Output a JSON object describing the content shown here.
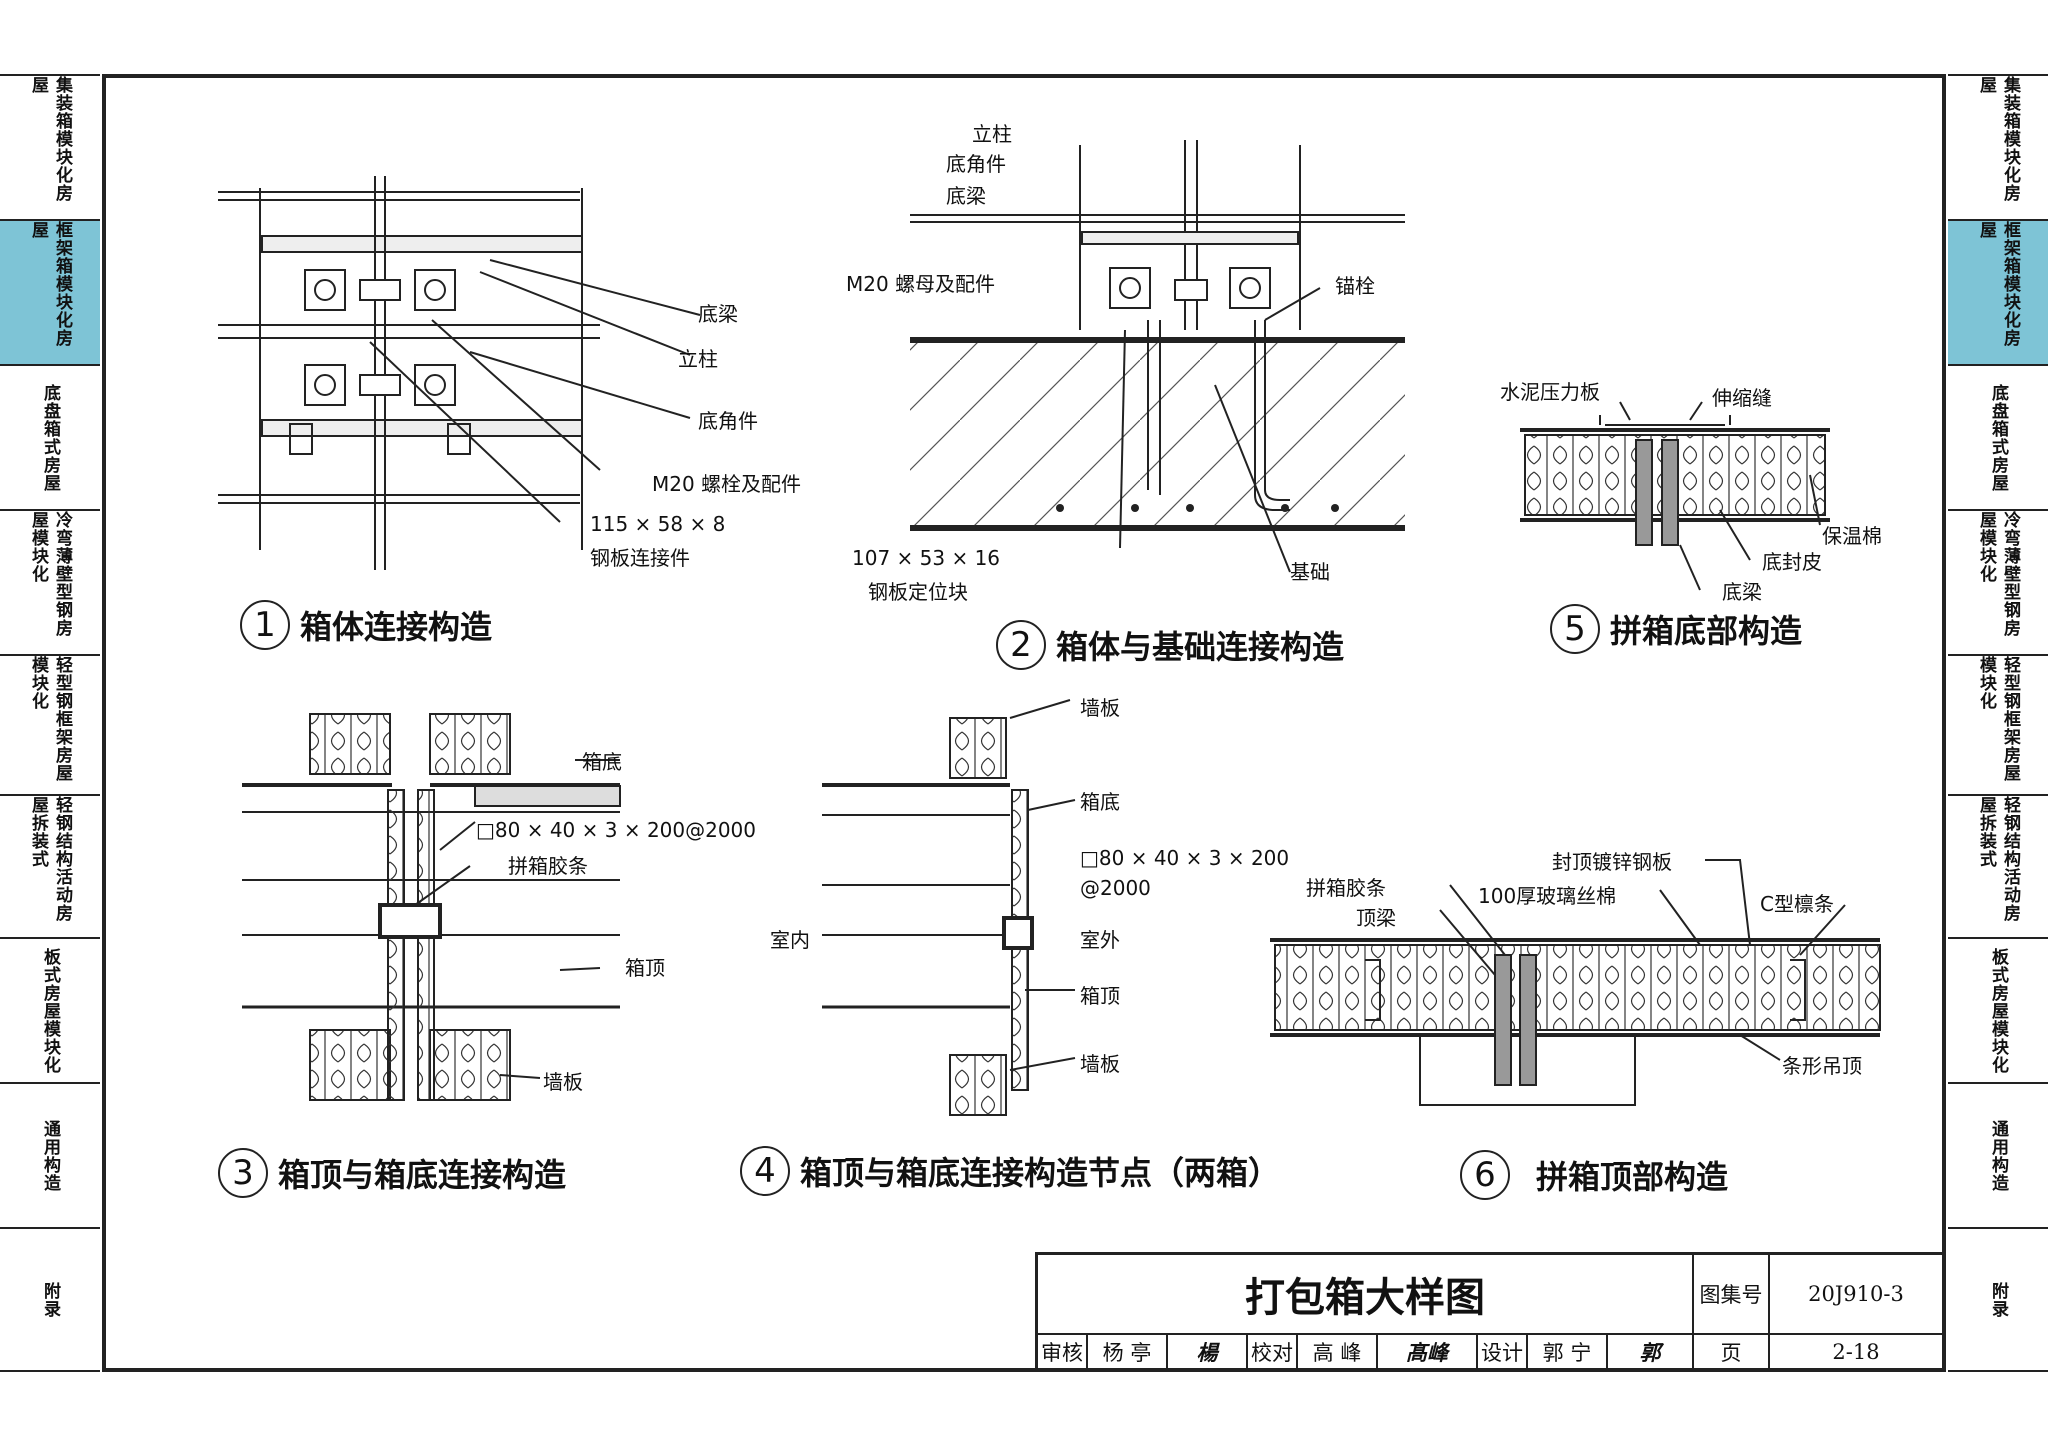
{
  "sidebar": {
    "left": [
      {
        "label": "集装箱模块化房屋",
        "active": false
      },
      {
        "label": "框架箱模块化房屋",
        "active": true
      },
      {
        "label": "底盘箱式房屋",
        "active": false
      },
      {
        "label": "冷弯薄壁型钢房屋模块化",
        "active": false
      },
      {
        "label": "轻型钢框架房屋模块化",
        "active": false
      },
      {
        "label": "轻钢结构活动房屋拆装式",
        "active": false
      },
      {
        "label": "板式房屋模块化",
        "active": false
      },
      {
        "label": "通用构造",
        "active": false
      },
      {
        "label": "附录",
        "active": false
      }
    ],
    "right": [
      {
        "label": "集装箱模块化房屋",
        "active": false
      },
      {
        "label": "框架箱模块化房屋",
        "active": true
      },
      {
        "label": "底盘箱式房屋",
        "active": false
      },
      {
        "label": "冷弯薄壁型钢房屋模块化",
        "active": false
      },
      {
        "label": "轻型钢框架房屋模块化",
        "active": false
      },
      {
        "label": "轻钢结构活动房屋拆装式",
        "active": false
      },
      {
        "label": "板式房屋模块化",
        "active": false
      },
      {
        "label": "通用构造",
        "active": false
      },
      {
        "label": "附录",
        "active": false
      }
    ],
    "active_color": "#7ec4d6"
  },
  "details": {
    "d1": {
      "num": "1",
      "title": "箱体连接构造",
      "labels": {
        "beam": "底梁",
        "column": "立柱",
        "corner": "底角件",
        "bolt": "M20 螺栓及配件",
        "plate1": "115 × 58 × 8",
        "plate2": "钢板连接件"
      }
    },
    "d2": {
      "num": "2",
      "title": "箱体与基础连接构造",
      "labels": {
        "column": "立柱",
        "corner": "底角件",
        "beam": "底梁",
        "nut": "M20 螺母及配件",
        "anchor": "锚栓",
        "block1": "107 × 53 × 16",
        "block2": "钢板定位块",
        "base": "基础"
      }
    },
    "d5": {
      "num": "5",
      "title": "拼箱底部构造",
      "labels": {
        "board": "水泥压力板",
        "joint": "伸缩缝",
        "insul": "保温棉",
        "skin": "底封皮",
        "beam": "底梁"
      }
    },
    "d3": {
      "num": "3",
      "title": "箱顶与箱底连接构造",
      "labels": {
        "bottom": "箱底",
        "tube": "□80 × 40 × 3 × 200@2000",
        "strip": "拼箱胶条",
        "top": "箱顶",
        "wall": "墙板"
      }
    },
    "d4": {
      "num": "4",
      "title": "箱顶与箱底连接构造节点（两箱）",
      "labels": {
        "wall1": "墙板",
        "bottom": "箱底",
        "tube1": "□80 × 40 × 3 × 200",
        "tube2": "@2000",
        "inside": "室内",
        "outside": "室外",
        "top": "箱顶",
        "wall2": "墙板"
      }
    },
    "d6": {
      "num": "6",
      "title": "拼箱顶部构造",
      "labels": {
        "sheet": "封顶镀锌钢板",
        "strip": "拼箱胶条",
        "wool": "100厚玻璃丝棉",
        "purlin": "C型檩条",
        "beam": "顶梁",
        "ceiling": "条形吊顶"
      }
    }
  },
  "titleblock": {
    "title": "打包箱大样图",
    "atlas_label": "图集号",
    "atlas_no": "20J910-3",
    "page_label": "页",
    "page_no": "2-18",
    "review_label": "审核",
    "reviewer": "杨 亭",
    "review_sig": "楊",
    "check_label": "校对",
    "checker": "高 峰",
    "check_sig": "髙峰",
    "design_label": "设计",
    "designer": "郭 宁",
    "design_sig": "郭"
  }
}
